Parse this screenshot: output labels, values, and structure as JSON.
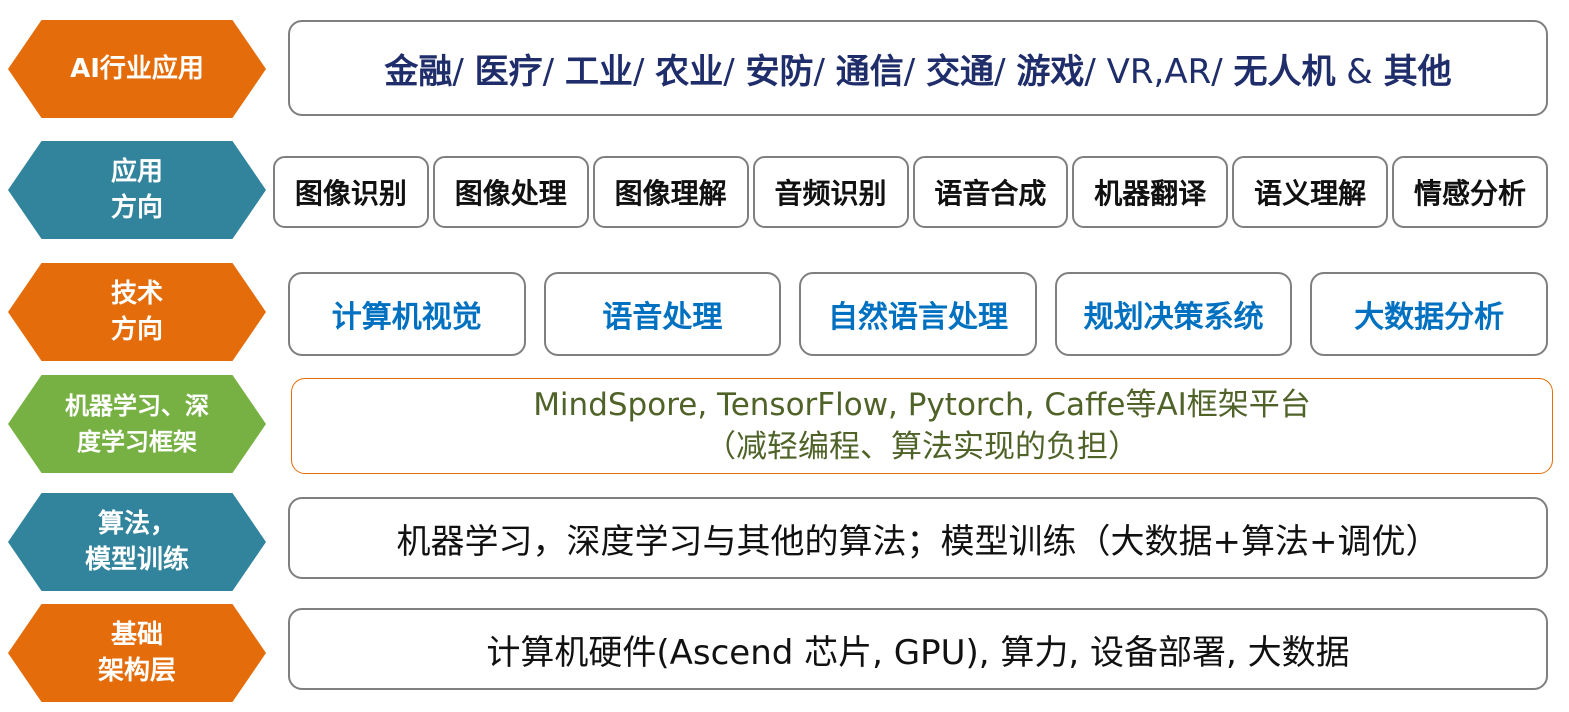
{
  "layers": [
    {
      "label_lines": [
        "AI行业应用"
      ],
      "color": "#E46C0A"
    },
    {
      "label_lines": [
        "应用",
        "方向"
      ],
      "color": "#31849B"
    },
    {
      "label_lines": [
        "技术",
        "方向"
      ],
      "color": "#E46C0A"
    },
    {
      "label_lines": [
        "机器学习、深",
        "度学习框架"
      ],
      "color": "#77B144"
    },
    {
      "label_lines": [
        "算法，",
        "模型训练"
      ],
      "color": "#31849B"
    },
    {
      "label_lines": [
        "基础",
        "架构层"
      ],
      "color": "#E46C0A"
    }
  ],
  "industries": [
    "金融",
    "医疗",
    "工业",
    "农业",
    "安防",
    "通信",
    "交通",
    "游戏",
    "VR,AR",
    "无人机",
    "其他"
  ],
  "industry_separator": "/",
  "industry_last_joiner": "&",
  "applications": [
    "图像识别",
    "图像处理",
    "图像理解",
    "音频识别",
    "语音合成",
    "机器翻译",
    "语义理解",
    "情感分析"
  ],
  "technologies": [
    "计算机视觉",
    "语音处理",
    "自然语言处理",
    "规划决策系统",
    "大数据分析"
  ],
  "framework": {
    "line1": "MindSpore, TensorFlow, Pytorch, Caffe等AI框架平台",
    "line2": "（减轻编程、算法实现的负担）"
  },
  "algorithms": "机器学习，深度学习与其他的算法；模型训练（大数据+算法+调优）",
  "infrastructure": "计算机硬件(Ascend 芯片, GPU), 算力, 设备部署, 大数据"
}
